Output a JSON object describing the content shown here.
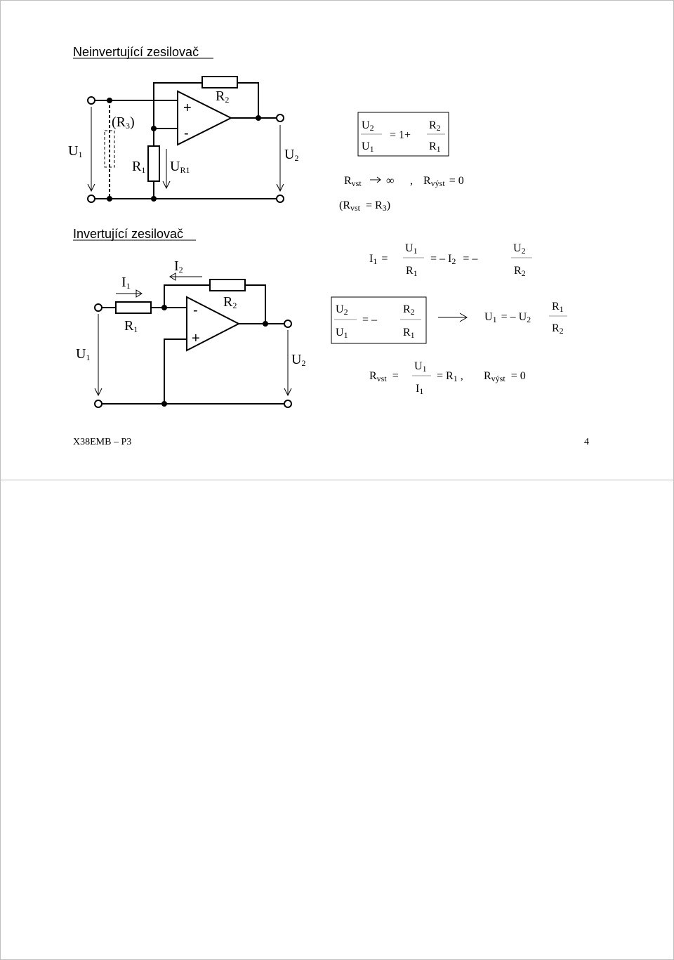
{
  "page": {
    "footer_left": "X38EMB – P3",
    "page_number": "4"
  },
  "noninverting": {
    "title": "Neinvertující zesilovač",
    "circuit": {
      "U1": "U",
      "U1_sub": "1",
      "R3_label": "(R",
      "R3_sub": "3",
      "R3_close": ")",
      "R1": "R",
      "R1_sub": "1",
      "UR1": "U",
      "UR1_sub": "R1",
      "R2": "R",
      "R2_sub": "2",
      "U2": "U",
      "U2_sub": "2",
      "plus": "+",
      "minus": "-"
    },
    "formulas": {
      "gain_lhs_num": "U",
      "gain_lhs_num_sub": "2",
      "gain_lhs_den": "U",
      "gain_lhs_den_sub": "1",
      "gain_eq": "= 1+",
      "gain_rhs_num": "R",
      "gain_rhs_num_sub": "2",
      "gain_rhs_den": "R",
      "gain_rhs_den_sub": "1",
      "rvst": "R",
      "rvst_sub": "vst",
      "arrow": "→",
      "infinity": "∞",
      "comma": ",",
      "rvyst": "R",
      "rvyst_sub": "výst",
      "rvyst_val": "= 0",
      "paren_open": "(R",
      "paren_eq": "= R",
      "paren_r3_sub": "3",
      "paren_close": ")"
    }
  },
  "inverting": {
    "title": "Invertující zesilovač",
    "circuit": {
      "I1": "I",
      "I1_sub": "1",
      "I2": "I",
      "I2_sub": "2",
      "R1": "R",
      "R1_sub": "1",
      "R2": "R",
      "R2_sub": "2",
      "U1": "U",
      "U1_sub": "1",
      "U2": "U",
      "U2_sub": "2",
      "plus": "+",
      "minus": "-"
    },
    "formulas": {
      "i1": "I",
      "i1_sub": "1",
      "eq": "=",
      "f1_num": "U",
      "f1_num_sub": "1",
      "f1_den": "R",
      "f1_den_sub": "1",
      "neg_i2": "= – I",
      "neg_i2_sub": "2",
      "eq_minus": "= –",
      "f2_num": "U",
      "f2_num_sub": "2",
      "f2_den": "R",
      "f2_den_sub": "2",
      "g_num": "U",
      "g_num_sub": "2",
      "g_den": "U",
      "g_den_sub": "1",
      "g_eq": "= –",
      "g_rnum": "R",
      "g_rnum_sub": "2",
      "g_rden": "R",
      "g_rden_sub": "1",
      "implies": "→",
      "u1": "U",
      "u1_sub": "1",
      "u1_eq": "= – U",
      "u2_sub": "2",
      "r_num": "R",
      "r_num_sub": "1",
      "r_den": "R",
      "r_den_sub": "2",
      "rvst": "R",
      "rvst_sub": "vst",
      "rvst_eq": "=",
      "rv_num": "U",
      "rv_num_sub": "1",
      "rv_den": "I",
      "rv_den_sub": "1",
      "rv_eq_r1": "= R",
      "rv_r1_sub": "1",
      "comma": ",",
      "rvyst": "R",
      "rvyst_sub": "výst",
      "rvyst_val": "= 0"
    }
  }
}
